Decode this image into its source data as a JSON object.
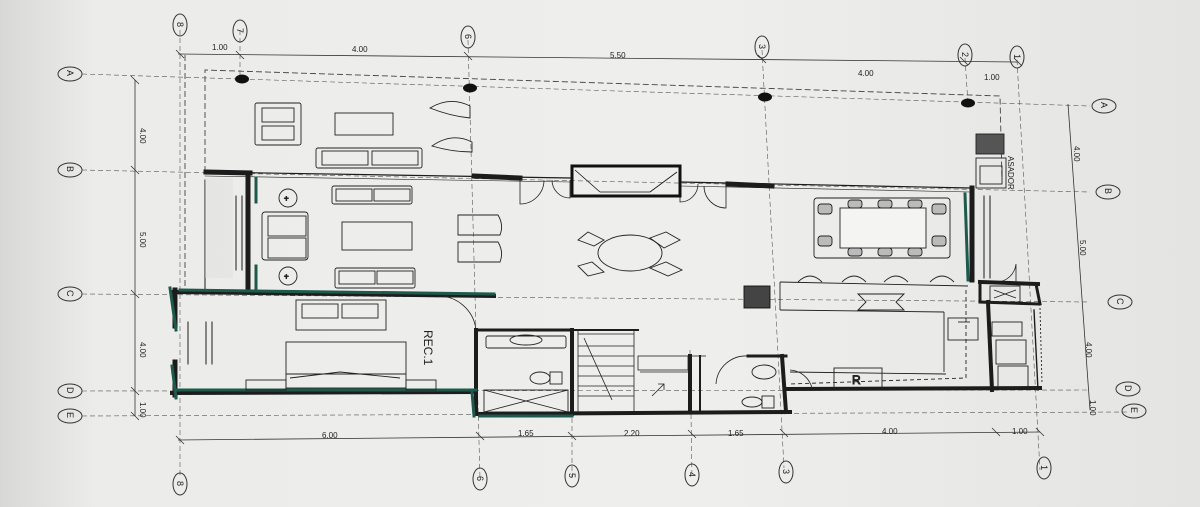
{
  "grid": {
    "rows": [
      "A",
      "B",
      "C",
      "D",
      "E"
    ],
    "top_cols": [
      "8",
      "7",
      "6",
      "3",
      "2",
      "1"
    ],
    "bottom_cols": [
      "8",
      "6",
      "5",
      "4",
      "3",
      "1"
    ]
  },
  "dimensions": {
    "top": [
      "1.00",
      "4.00",
      "5.50",
      "4.00",
      "1.00"
    ],
    "bottom": [
      "6.00",
      "1.65",
      "2.20",
      "1.65",
      "4.00",
      "1.00"
    ],
    "left": [
      "4.00",
      "5.00",
      "4.00",
      "1.00"
    ],
    "right": [
      "4.00",
      "5.00",
      "4.00",
      "1.00"
    ]
  },
  "labels": {
    "room1": "REC.1",
    "grill": "ASADOR",
    "fridge": "R"
  },
  "colors": {
    "line": "#1c1c1c",
    "accent": "#1e5a4c",
    "paper": "#ededeb"
  }
}
